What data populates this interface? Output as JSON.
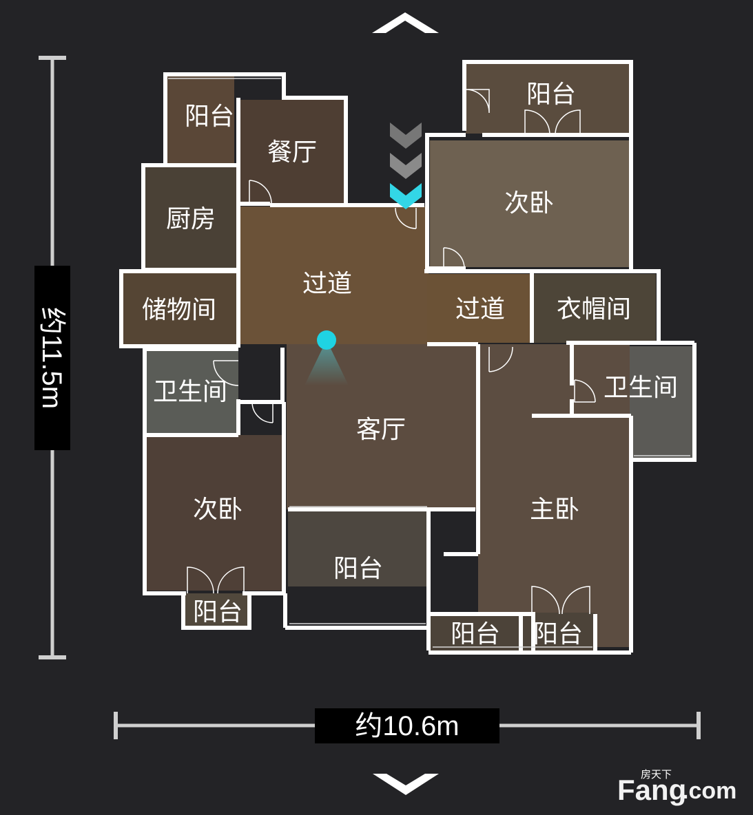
{
  "rooms": {
    "balcony_top_left": "阳台",
    "dining": "餐厅",
    "kitchen": "厨房",
    "storage": "储物间",
    "corridor_main": "过道",
    "corridor_right": "过道",
    "bathroom_left": "卫生间",
    "bedroom_left": "次卧",
    "balcony_bottom_left": "阳台",
    "living": "客厅",
    "balcony_bottom_center": "阳台",
    "balcony_top_right": "阳台",
    "bedroom_top_right": "次卧",
    "cloakroom": "衣帽间",
    "bathroom_right": "卫生间",
    "master_bedroom": "主卧",
    "balcony_bottom_right_a": "阳台",
    "balcony_bottom_right_b": "阳台"
  },
  "dimensions": {
    "height": "约11.5m",
    "width": "约10.6m"
  },
  "watermark": {
    "top": "房天下",
    "main": "Fang",
    "suffix": ".com"
  },
  "colors": {
    "background": "#232326",
    "walls": "#ffffff",
    "marker": "#1fd3e3"
  },
  "icons": {
    "nav_up": "chevron-up-icon",
    "nav_down": "chevron-down-icon",
    "entry": "entry-chevrons-icon",
    "position": "viewer-position-icon"
  }
}
